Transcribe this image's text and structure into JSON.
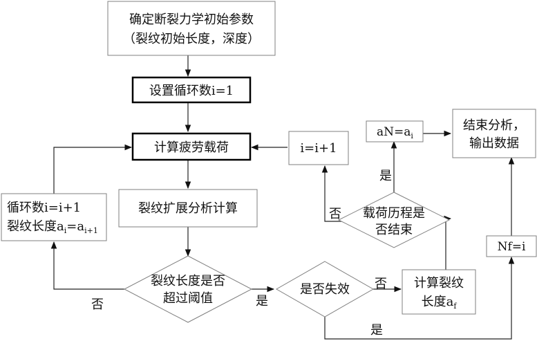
{
  "nodes": {
    "init_params": {
      "line1": "确定断裂力学初始参数",
      "line2": "（裂纹初始长度，深度）"
    },
    "set_cycle": {
      "label": "设置循环数i=1"
    },
    "calc_load": {
      "label": "计算疲劳载荷"
    },
    "crack_growth": {
      "label": "裂纹扩展分析计算"
    },
    "cycle_update": {
      "line1": "循环数i=i+1",
      "line2_prefix": "裂纹长度a",
      "line2_sub1": "i",
      "line2_mid": "=a",
      "line2_sub2": "i+1"
    },
    "threshold_check": {
      "line1": "裂纹长度是否",
      "line2": "超过阈值"
    },
    "failure_check": {
      "label": "是否失效"
    },
    "calc_crack": {
      "line1": "计算裂纹",
      "line2_prefix": "长度a",
      "line2_sub": "f"
    },
    "load_end_check": {
      "line1": "载荷历程是",
      "line2": "否结束"
    },
    "increment": {
      "label": "i=i+1"
    },
    "an_assign": {
      "prefix": "aN=a",
      "sub": "i"
    },
    "end_output": {
      "line1": "结束分析，",
      "line2": "输出数据"
    },
    "nf_assign": {
      "label": "Nf=i"
    }
  },
  "edge_labels": {
    "no_threshold": "否",
    "yes_threshold": "是",
    "no_failure": "否",
    "yes_failure": "是",
    "no_load_end": "否",
    "yes_load_end": "是"
  }
}
